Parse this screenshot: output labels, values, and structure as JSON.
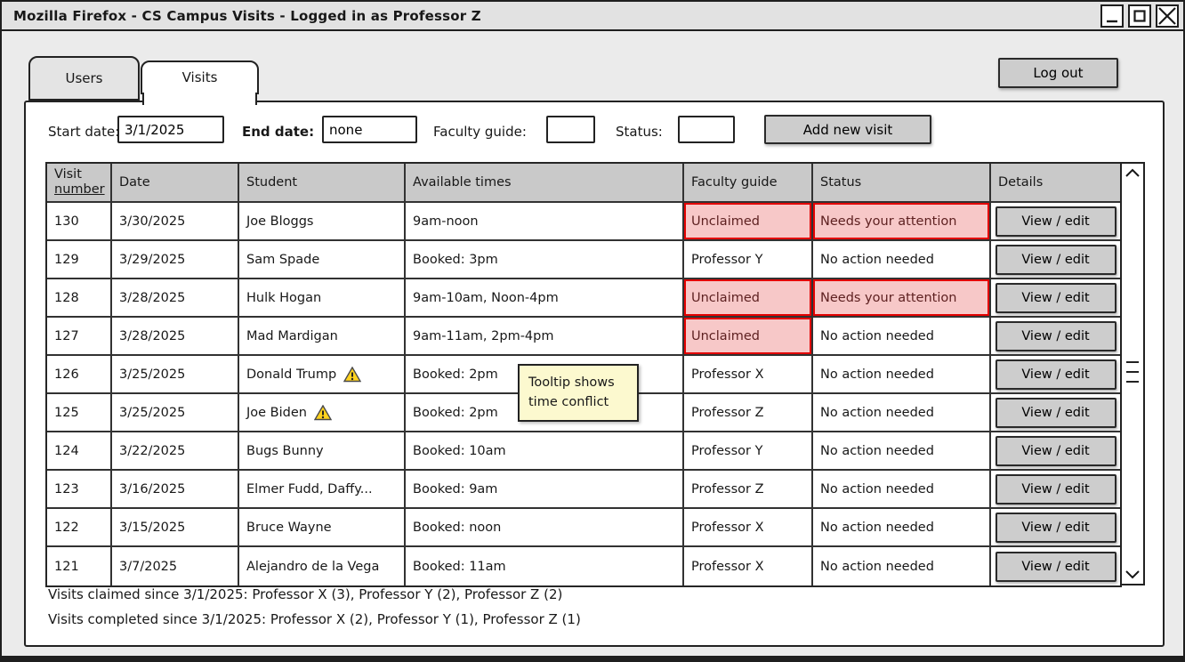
{
  "window": {
    "title": "Mozilla Firefox - CS Campus Visits - Logged in as Professor Z",
    "controls": [
      "minimize",
      "maximize",
      "close"
    ]
  },
  "tabs": [
    {
      "label": "Users",
      "active": false
    },
    {
      "label": "Visits",
      "active": true
    }
  ],
  "logout_label": "Log out",
  "filters": {
    "start_date": {
      "label": "Start date:",
      "value": "3/1/2025"
    },
    "end_date": {
      "label": "End date:",
      "value": "none"
    },
    "faculty_guide": {
      "label": "Faculty guide:",
      "value": ""
    },
    "status": {
      "label": "Status:",
      "value": ""
    },
    "add_button": "Add new visit"
  },
  "table": {
    "headers": {
      "visit_line1": "Visit",
      "visit_line2": "number",
      "date": "Date",
      "student": "Student",
      "times": "Available times",
      "guide": "Faculty guide",
      "status": "Status",
      "details": "Details"
    },
    "details_button": "View / edit",
    "rows": [
      {
        "visit": "130",
        "date": "3/30/2025",
        "student": "Joe Bloggs",
        "warning": false,
        "times": "9am-noon",
        "guide": "Unclaimed",
        "guide_alert": true,
        "status": "Needs your attention",
        "status_alert": true
      },
      {
        "visit": "129",
        "date": "3/29/2025",
        "student": "Sam Spade",
        "warning": false,
        "times": "Booked: 3pm",
        "guide": "Professor Y",
        "guide_alert": false,
        "status": "No action needed",
        "status_alert": false
      },
      {
        "visit": "128",
        "date": "3/28/2025",
        "student": "Hulk Hogan",
        "warning": false,
        "times": "9am-10am, Noon-4pm",
        "guide": "Unclaimed",
        "guide_alert": true,
        "status": "Needs your attention",
        "status_alert": true
      },
      {
        "visit": "127",
        "date": "3/28/2025",
        "student": "Mad Mardigan",
        "warning": false,
        "times": "9am-11am, 2pm-4pm",
        "guide": "Unclaimed",
        "guide_alert": true,
        "status": "No action needed",
        "status_alert": false
      },
      {
        "visit": "126",
        "date": "3/25/2025",
        "student": "Donald Trump",
        "warning": true,
        "times": "Booked: 2pm",
        "guide": "Professor X",
        "guide_alert": false,
        "status": "No action needed",
        "status_alert": false
      },
      {
        "visit": "125",
        "date": "3/25/2025",
        "student": "Joe Biden",
        "warning": true,
        "times": "Booked: 2pm",
        "guide": "Professor Z",
        "guide_alert": false,
        "status": "No action needed",
        "status_alert": false
      },
      {
        "visit": "124",
        "date": "3/22/2025",
        "student": "Bugs Bunny",
        "warning": false,
        "times": "Booked: 10am",
        "guide": "Professor Y",
        "guide_alert": false,
        "status": "No action needed",
        "status_alert": false
      },
      {
        "visit": "123",
        "date": "3/16/2025",
        "student": "Elmer Fudd, Daffy...",
        "warning": false,
        "times": "Booked: 9am",
        "guide": "Professor Z",
        "guide_alert": false,
        "status": "No action needed",
        "status_alert": false
      },
      {
        "visit": "122",
        "date": "3/15/2025",
        "student": "Bruce Wayne",
        "warning": false,
        "times": "Booked: noon",
        "guide": "Professor X",
        "guide_alert": false,
        "status": "No action needed",
        "status_alert": false
      },
      {
        "visit": "121",
        "date": "3/7/2025",
        "student": "Alejandro de la Vega",
        "warning": false,
        "times": "Booked: 11am",
        "guide": "Professor X",
        "guide_alert": false,
        "status": "No action needed",
        "status_alert": false
      }
    ]
  },
  "tooltip": {
    "text": "Tooltip shows time conflict"
  },
  "summary": {
    "claimed": "Visits claimed since 3/1/2025: Professor X (3), Professor Y (2), Professor Z (2)",
    "completed": "Visits completed since 3/1/2025: Professor X (2), Professor Y (1), Professor Z (1)"
  },
  "colors": {
    "alert_bg": "#f7c8c8",
    "alert_border": "#e30000",
    "alert_text": "#5e2121",
    "tooltip_bg": "#fcf9cf",
    "warning_fill": "#ffd21e",
    "button_bg": "#cdcdcd",
    "header_bg": "#c9c9c9"
  }
}
